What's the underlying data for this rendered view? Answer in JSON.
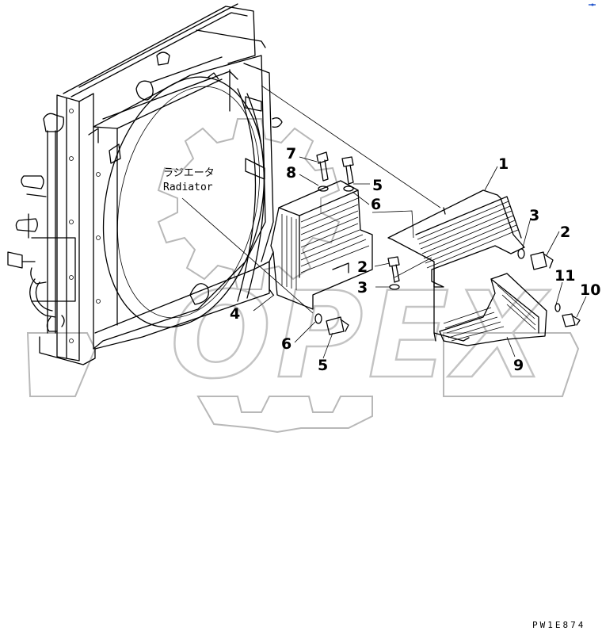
{
  "radiator_label": {
    "jp": "ラジエータ",
    "en": "Radiator"
  },
  "callouts": [
    {
      "id": "c1",
      "text": "1"
    },
    {
      "id": "c2a",
      "text": "2"
    },
    {
      "id": "c2b",
      "text": "2"
    },
    {
      "id": "c3a",
      "text": "3"
    },
    {
      "id": "c3b",
      "text": "3"
    },
    {
      "id": "c4",
      "text": "4"
    },
    {
      "id": "c5a",
      "text": "5"
    },
    {
      "id": "c5b",
      "text": "5"
    },
    {
      "id": "c6a",
      "text": "6"
    },
    {
      "id": "c6b",
      "text": "6"
    },
    {
      "id": "c7",
      "text": "7"
    },
    {
      "id": "c8",
      "text": "8"
    },
    {
      "id": "c9",
      "text": "9"
    },
    {
      "id": "c10",
      "text": "10"
    },
    {
      "id": "c11",
      "text": "11"
    }
  ],
  "drawing_code": "PW1E874",
  "watermark": "OPEX"
}
